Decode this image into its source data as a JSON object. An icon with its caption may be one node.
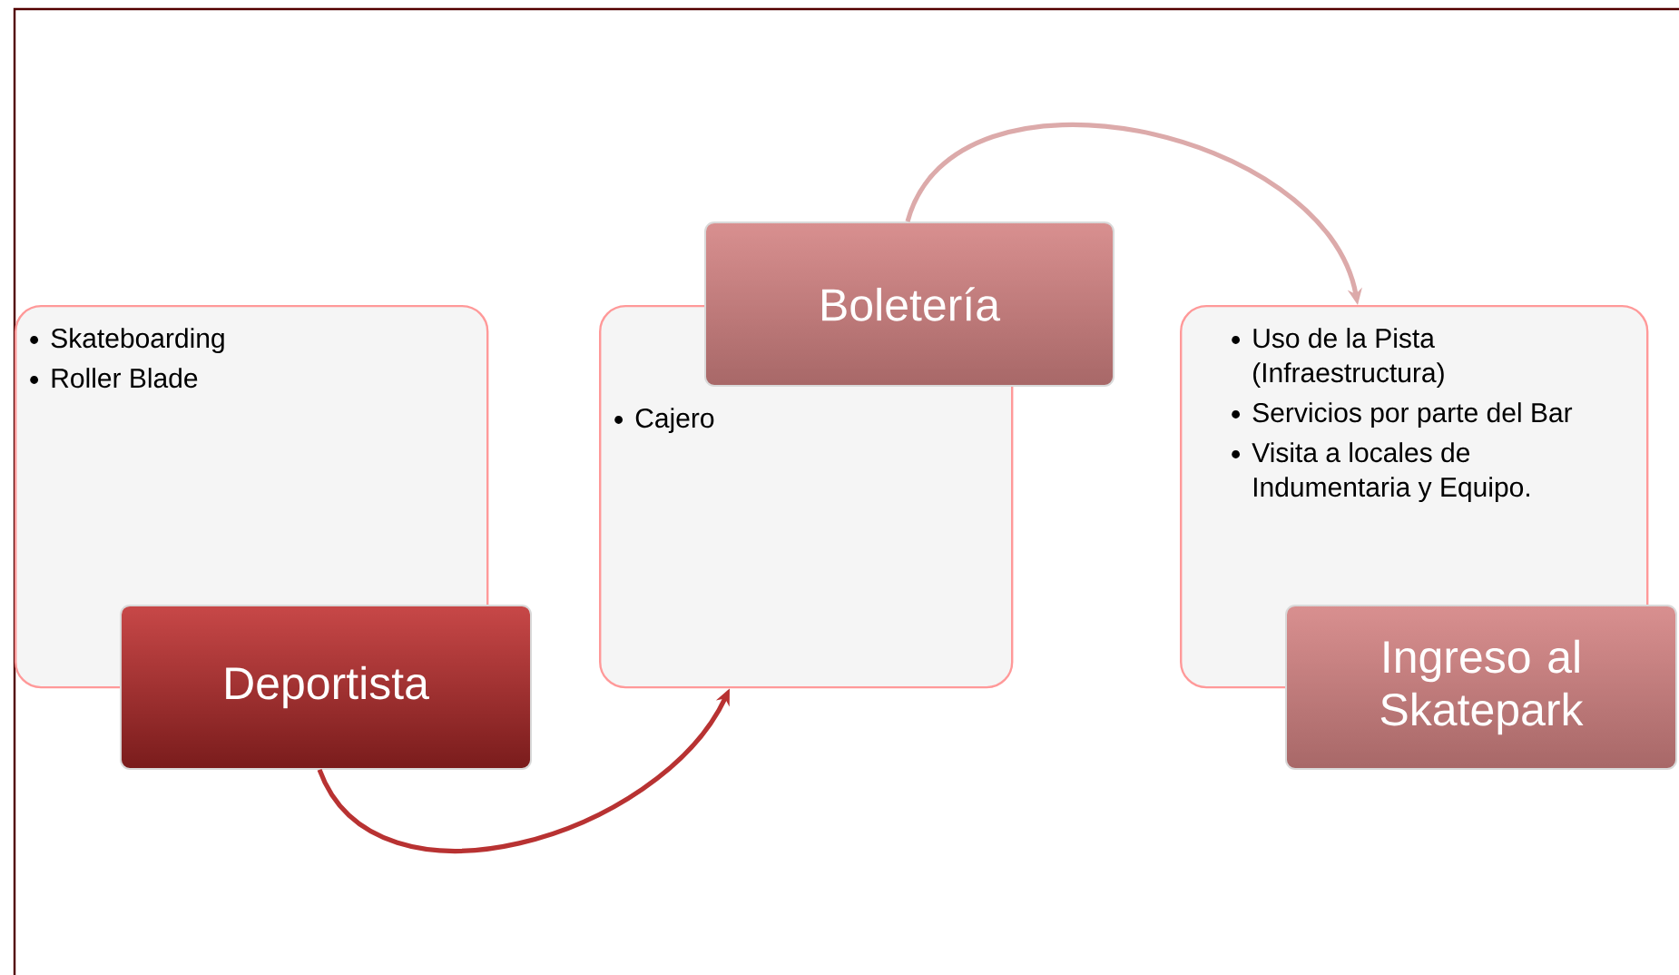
{
  "diagram": {
    "nodes": [
      {
        "text": [
          "Skateboarding",
          "Roller Blade"
        ]
      },
      {
        "text": [
          "Deportista"
        ]
      },
      {
        "text": [
          "Boletería"
        ]
      },
      {
        "text": [
          "Cajero"
        ]
      },
      {
        "text": [
          "Uso de la Pista (Infraestructura)",
          "Servicios por parte del Bar",
          "Visita a  locales de Indumentaria y Equipo."
        ]
      },
      {
        "text": [
          "Ingreso al Skatepark"
        ]
      }
    ],
    "edges": [
      {
        "from": 1,
        "to": 3,
        "arrow": "to",
        "color": "#b83232"
      },
      {
        "from": 2,
        "to": 4,
        "arrow": "to",
        "color": "#dcaaaa"
      }
    ]
  }
}
